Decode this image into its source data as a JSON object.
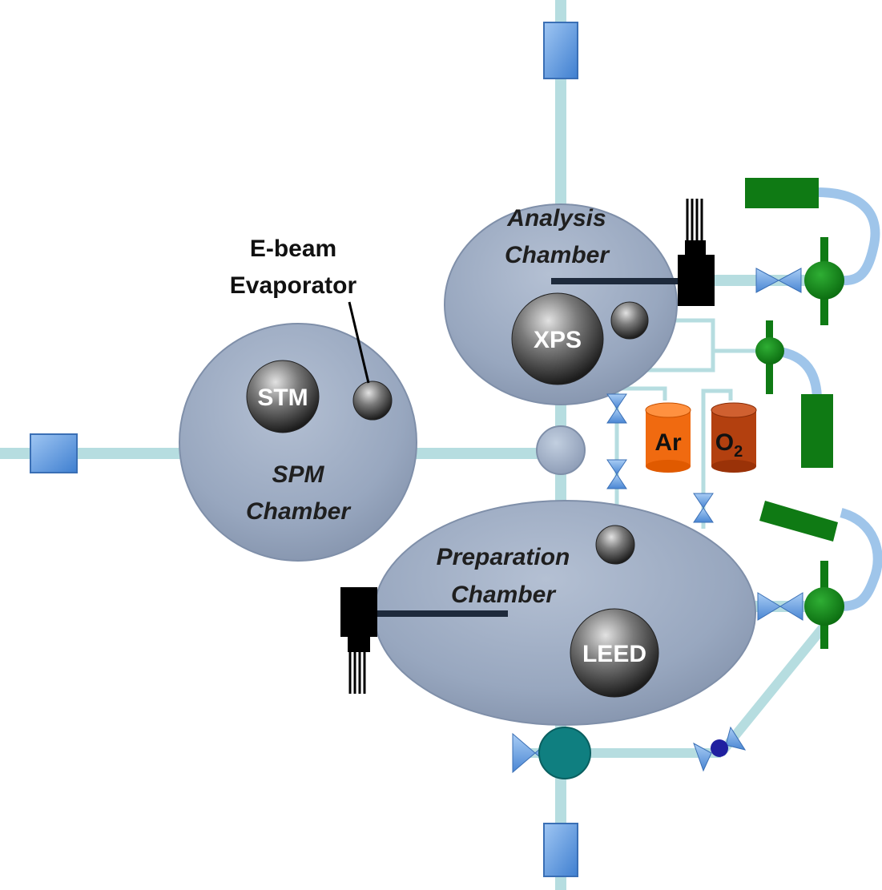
{
  "chambers": {
    "analysis": {
      "line1": "Analysis",
      "line2": "Chamber"
    },
    "spm": {
      "line1": "SPM",
      "line2": "Chamber"
    },
    "preparation": {
      "line1": "Preparation",
      "line2": "Chamber"
    }
  },
  "instruments": {
    "xps": "XPS",
    "stm": "STM",
    "leed": "LEED"
  },
  "callout": {
    "line1": "E-beam",
    "line2": "Evaporator"
  },
  "gases": {
    "argon": "Ar",
    "oxygen_base": "O",
    "oxygen_sub": "2"
  },
  "colors": {
    "chamber_fill": "#98a7bf",
    "pipe": "#b6dde0",
    "pump_green": "#0f7a14",
    "valve_blue": "#6aa6e8",
    "argon_orange": "#f06a10",
    "oxygen_brown": "#b3400f",
    "teal_hub": "#0f7f80"
  }
}
